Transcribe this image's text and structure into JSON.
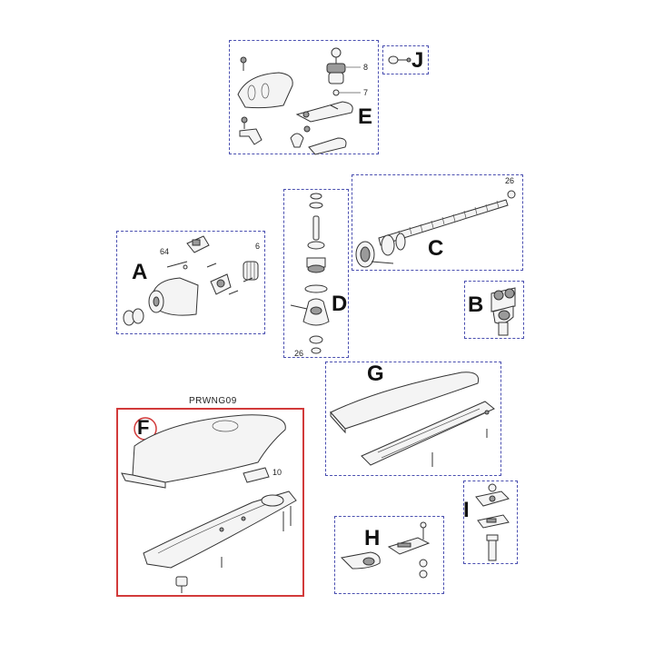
{
  "groups": {
    "A": {
      "label": "A",
      "callouts": [
        "64",
        "6"
      ]
    },
    "B": {
      "label": "B"
    },
    "C": {
      "label": "C",
      "callouts": [
        "26"
      ]
    },
    "D": {
      "label": "D",
      "callouts": [
        "26"
      ]
    },
    "E": {
      "label": "E",
      "callouts": [
        "8",
        "7"
      ]
    },
    "F": {
      "label": "F",
      "code": "PRWNG09",
      "callouts": [
        "10"
      ]
    },
    "G": {
      "label": "G"
    },
    "H": {
      "label": "H"
    },
    "I": {
      "label": "I"
    },
    "J": {
      "label": "J"
    }
  },
  "colors": {
    "dashed_border": "#4a4fb0",
    "highlight_border": "#d23a3a",
    "highlight_circle": "#d23a3a"
  }
}
